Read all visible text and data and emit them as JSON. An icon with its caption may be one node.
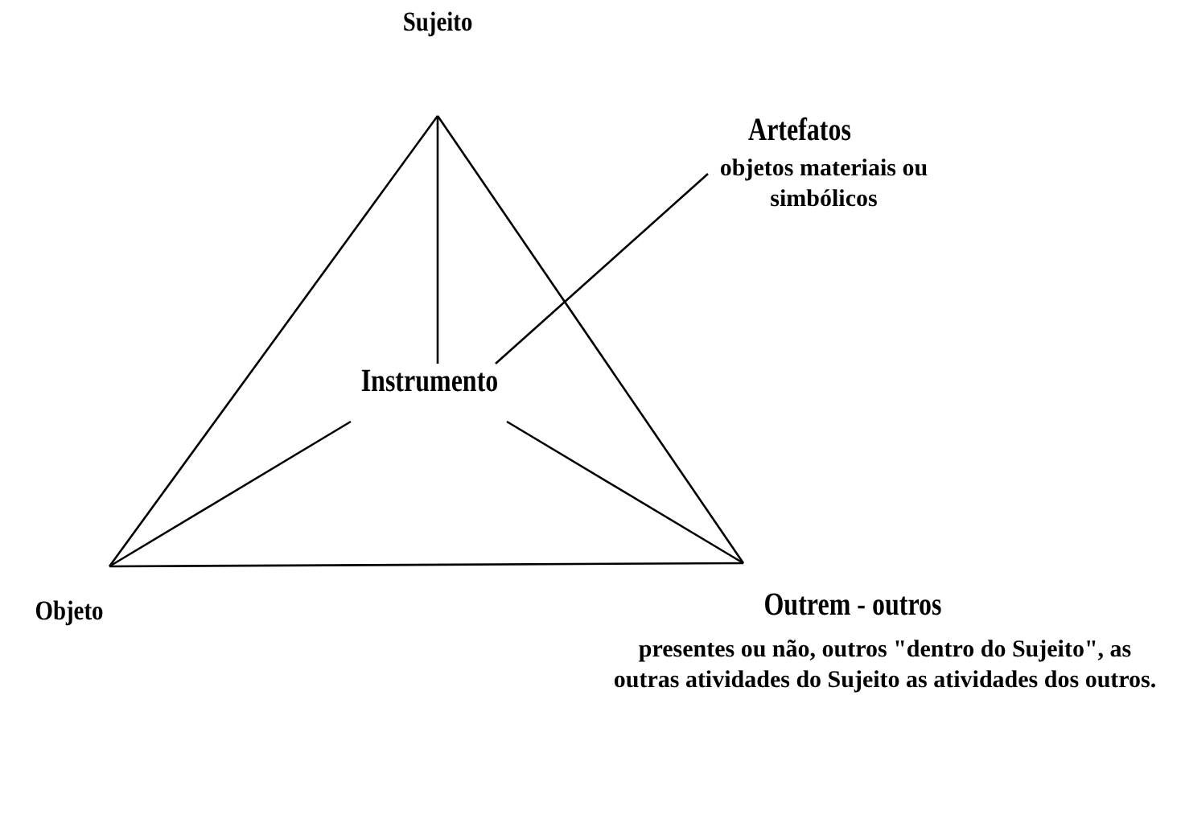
{
  "diagram": {
    "nodes": [
      {
        "text": [
          "Sujeito"
        ]
      },
      {
        "text": [
          "Artefatos",
          "objetos materiais ou simbólicos"
        ]
      },
      {
        "text": [
          "Instrumento"
        ]
      },
      {
        "text": [
          "Objeto"
        ]
      },
      {
        "text": [
          "Outrem - outros",
          "presentes ou não, outros \"dentro do Sujeito\", as outras atividades do Sujeito as atividades dos outros."
        ]
      }
    ],
    "edges": [
      {
        "from": 0,
        "to": 3,
        "arrow": "none"
      },
      {
        "from": 0,
        "to": 4,
        "arrow": "none"
      },
      {
        "from": 3,
        "to": 4,
        "arrow": "none"
      },
      {
        "from": 0,
        "to": 2,
        "arrow": "none"
      },
      {
        "from": 2,
        "to": 3,
        "arrow": "none"
      },
      {
        "from": 2,
        "to": 4,
        "arrow": "none"
      },
      {
        "from": 1,
        "to": 2,
        "arrow": "none"
      }
    ]
  }
}
